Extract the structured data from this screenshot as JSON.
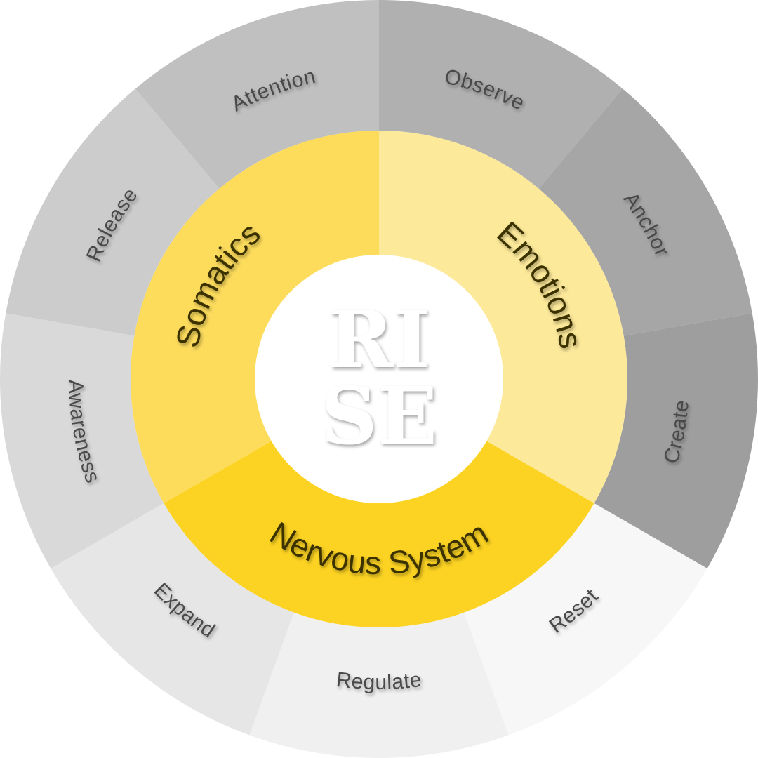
{
  "center": {
    "lines": [
      "RI",
      "SE"
    ]
  },
  "inner_ring": [
    {
      "label": "Emotions",
      "color": "#FDE99A"
    },
    {
      "label": "Nervous System",
      "color": "#FCD322"
    },
    {
      "label": "Somatics",
      "color": "#FDDC5C"
    }
  ],
  "outer_ring": [
    {
      "label": "Observe",
      "color": "#B0B0B0"
    },
    {
      "label": "Anchor",
      "color": "#A6A6A6"
    },
    {
      "label": "Create",
      "color": "#9E9E9E"
    },
    {
      "label": "Reset",
      "color": "#F7F7F7"
    },
    {
      "label": "Regulate",
      "color": "#F0F0F0"
    },
    {
      "label": "Expand",
      "color": "#E6E6E6"
    },
    {
      "label": "Awareness",
      "color": "#D9D9D9"
    },
    {
      "label": "Release",
      "color": "#CCCCCC"
    },
    {
      "label": "Attention",
      "color": "#C0C0C0"
    }
  ]
}
